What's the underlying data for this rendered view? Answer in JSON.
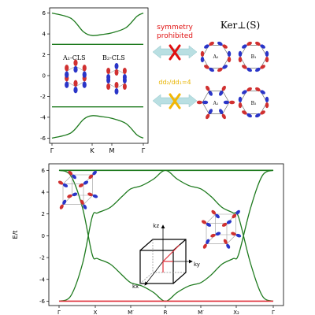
{
  "top_panel": {
    "ytick_labels": [
      "6",
      "4",
      "2",
      "0",
      "-2",
      "-4",
      "-6"
    ],
    "ytick_values": [
      6,
      4,
      2,
      0,
      -2,
      -4,
      -6
    ],
    "ylim": [
      -6.5,
      6.5
    ],
    "xtick_labels": [
      "Γ",
      "K",
      "M",
      "Γ"
    ],
    "upper_flat_band": 3,
    "lower_flat_band": -3,
    "cls_label_a": "A₁-CLS",
    "cls_label_b": "B₂-CLS",
    "line_color": "#1e7a1e"
  },
  "arrows": {
    "top_text_line1": "symmetry",
    "top_text_line2": "prohibited",
    "top_text_color": "#e01010",
    "top_cross_color": "#e01010",
    "bottom_text": "dd₂/dd₁=4",
    "bottom_text_color": "#e8b400",
    "bottom_cross_color": "#f2b705",
    "arrow_color": "#b9dfe2"
  },
  "ker": {
    "title": "Ker⊥(S)",
    "top_left_label": "A₂",
    "top_right_label": "B₁",
    "bottom_left_label": "A₁",
    "bottom_right_label": "B₂"
  },
  "bottom_panel": {
    "ylabel": "E/t",
    "ytick_labels": [
      "6",
      "4",
      "2",
      "0",
      "-2",
      "-4",
      "-6"
    ],
    "ytick_values": [
      6,
      4,
      2,
      0,
      -2,
      -4,
      -6
    ],
    "ylim": [
      -6.4,
      6.6
    ],
    "xtick_labels": [
      "Γ",
      "X",
      "M′",
      "R",
      "M′",
      "X₂",
      "Γ"
    ],
    "flat_band_top": 6,
    "flat_band_bottom": -6,
    "line_color": "#1e7a1e",
    "bottom_band_color": "#e0303a"
  },
  "inset": {
    "kz_label": "kz",
    "ky_label": "ky",
    "kx_label": "kx"
  }
}
